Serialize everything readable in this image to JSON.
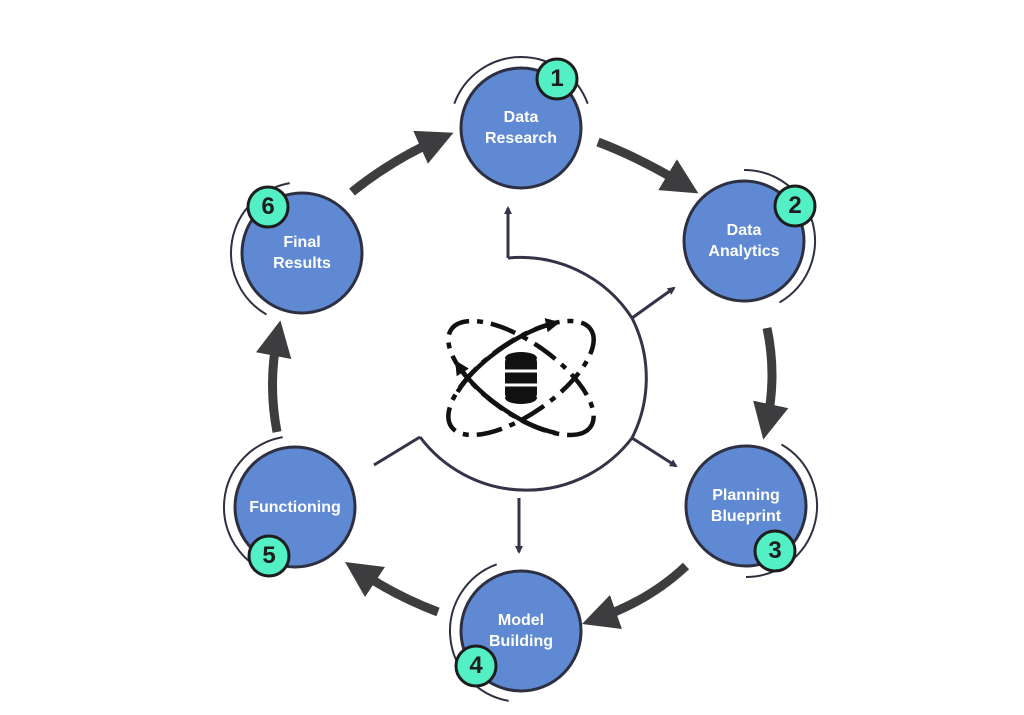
{
  "colors": {
    "node_fill": "#5f8ad3",
    "node_stroke": "#2d3041",
    "badge_fill": "#52f0c4",
    "arrow_dark": "#3d3d3f",
    "connector": "#333447"
  },
  "icon": "atom-database-icon",
  "steps": [
    {
      "number": "1",
      "label": "Data\nResearch"
    },
    {
      "number": "2",
      "label": "Data\nAnalytics"
    },
    {
      "number": "3",
      "label": "Planning\nBlueprint"
    },
    {
      "number": "4",
      "label": "Model\nBuilding"
    },
    {
      "number": "5",
      "label": "Functioning"
    },
    {
      "number": "6",
      "label": "Final\nResults"
    }
  ]
}
